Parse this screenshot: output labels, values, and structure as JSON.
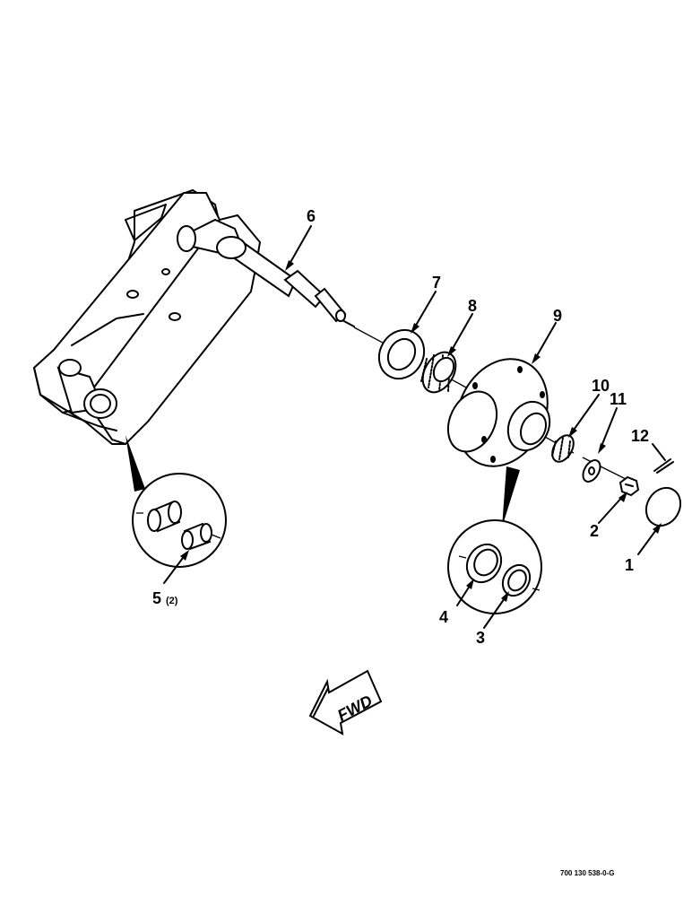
{
  "figure": {
    "part_numbers": [
      "1",
      "2",
      "3",
      "4",
      "5",
      "6",
      "7",
      "8",
      "9",
      "10",
      "11",
      "12"
    ],
    "quantity_note": "(2)",
    "direction_arrow": "FWD",
    "drawing_code": "700 130 538-0-G",
    "icons": [
      "forward-arrow-icon"
    ]
  }
}
